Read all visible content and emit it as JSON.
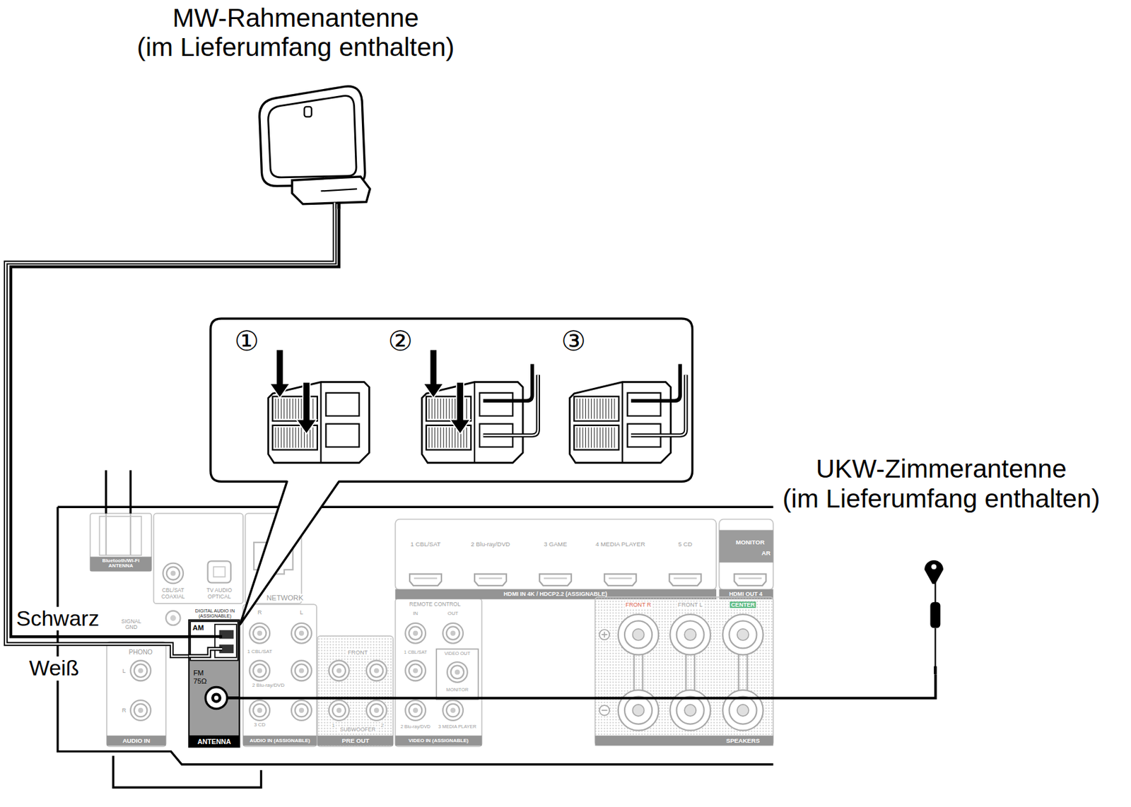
{
  "diagram": {
    "nodes": [
      {
        "text": [
          "MW-Rahmenantenne (im Lieferumfang enthalten)"
        ]
      },
      {
        "text": [
          "①",
          "②",
          "③"
        ]
      },
      {
        "text": [
          "UKW-Zimmerantenne (im Lieferumfang enthalten)"
        ]
      },
      {
        "text": [
          "AM",
          "FM 75Ω",
          "ANTENNA"
        ]
      }
    ],
    "edges": [
      {
        "from": 0,
        "to": 3,
        "arrow": "none"
      },
      {
        "from": 2,
        "to": 3,
        "arrow": "none"
      }
    ],
    "labels": [
      "Schwarz",
      "Weiß",
      "Bluetooth/Wi-Fi ANTENNA",
      "CBL/SAT COAXIAL",
      "TV AUDIO OPTICAL",
      "NETWORK",
      "SIGNAL GND",
      "DIGITAL AUDIO IN (ASSIGNABLE)",
      "PHONO",
      "L",
      "R",
      "AUDIO IN",
      "R",
      "L",
      "1 CBL/SAT",
      "2 Blu-ray/DVD",
      "3 CD",
      "AUDIO IN (ASSIGNABLE)",
      "FRONT",
      "1",
      "2",
      "SUBWOOFER",
      "PRE OUT",
      "REMOTE CONTROL",
      "IN",
      "OUT",
      "1 CBL/SAT",
      "VIDEO OUT",
      "MONITOR",
      "2 Blu-ray/DVD",
      "3 MEDIA PLAYER",
      "VIDEO IN (ASSIGNABLE)",
      "1 CBL/SAT",
      "2 Blu-ray/DVD",
      "3 GAME",
      "4 MEDIA PLAYER",
      "5 CD",
      "HDMI IN 4K / HDCP2.2 (ASSIGNABLE)",
      "MONITOR",
      "AR",
      "HDMI OUT 4",
      "FRONT R",
      "FRONT L",
      "CENTER",
      "SPEAKERS"
    ]
  }
}
